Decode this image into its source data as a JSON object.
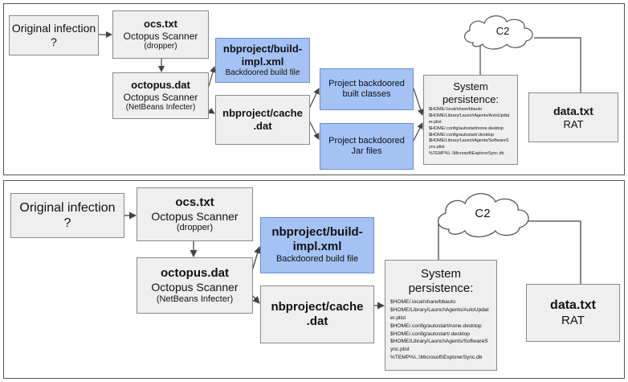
{
  "top": {
    "original_infection": {
      "line1": "Original infection",
      "line2": "?"
    },
    "ocs": {
      "name": "ocs.txt",
      "desc": "Octopus Scanner",
      "note": "(dropper)"
    },
    "octopus": {
      "name": "octopus.dat",
      "desc": "Octopus Scanner",
      "note": "(NetBeans Infecter)"
    },
    "build_impl": {
      "name1": "nbproject/build-",
      "name2": "impl.xml",
      "desc": "Backdoored build file"
    },
    "cache": {
      "name1": "nbproject/cache",
      "name2": ".dat"
    },
    "built_classes": {
      "line1": "Project backdoored",
      "line2": "built classes"
    },
    "jar_files": {
      "line1": "Project backdoored",
      "line2": "Jar files"
    },
    "persistence": {
      "title1": "System",
      "title2": "persistence:",
      "lines": [
        "$HOME/.local/share/bbauto",
        "$HOME/Library/LaunchAgents/AutoUpdat",
        "er.plist",
        "$HOME/.config/autostart/none.desktop",
        "$HOME/.config/autostart/.desktop",
        "$HOME/Library/LaunchAgents/SoftwareS",
        "ync.plist",
        "%TEMP%\\..\\Microsoft\\ExplorerSync.db"
      ]
    },
    "c2": "C2",
    "data": {
      "name": "data.txt",
      "desc": "RAT"
    }
  },
  "bottom": {
    "original_infection": {
      "line1": "Original infection",
      "line2": "?"
    },
    "ocs": {
      "name": "ocs.txt",
      "desc": "Octopus Scanner",
      "note": "(dropper)"
    },
    "octopus": {
      "name": "octopus.dat",
      "desc": "Octopus Scanner",
      "note": "(NetBeans Infecter)"
    },
    "build_impl": {
      "name1": "nbproject/build-",
      "name2": "impl.xml",
      "desc": "Backdoored build file"
    },
    "cache": {
      "name1": "nbproject/cache",
      "name2": ".dat"
    },
    "persistence": {
      "title1": "System",
      "title2": "persistence:",
      "lines": [
        "$HOME/.local/share/bbauto",
        "$HOME/Library/LaunchAgents/AutoUpdat",
        "er.plist",
        "$HOME/.config/autostart/none.desktop",
        "$HOME/.config/autostart/.desktop",
        "$HOME/Library/LaunchAgents/SoftwareS",
        "ync.plist",
        "%TEMP%\\..\\Microsoft\\ExplorerSync.db"
      ]
    },
    "c2": "C2",
    "data": {
      "name": "data.txt",
      "desc": "RAT"
    }
  },
  "colors": {
    "highlight_box": "#a4c2f4",
    "plain_box": "#efefef",
    "arrow": "#444444"
  }
}
